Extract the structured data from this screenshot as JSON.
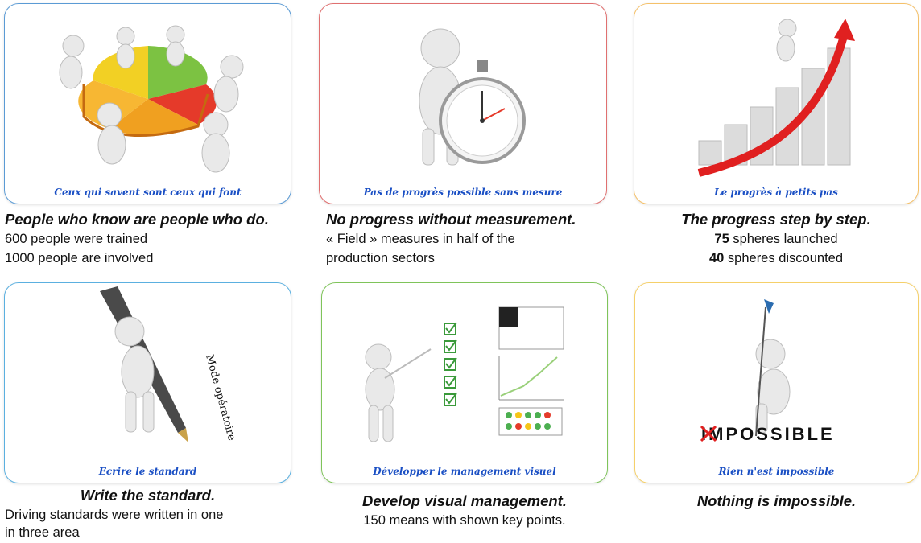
{
  "cards": [
    {
      "caption": "Ceux qui savent sont ceux qui font",
      "heading": "People who know are people who do.",
      "lines": [
        "600 people were trained",
        "1000 people are involved"
      ]
    },
    {
      "caption": "Pas de progrès possible sans mesure",
      "heading": "No progress without measurement.",
      "lines": [
        "« Field » measures in half of the",
        "production sectors"
      ]
    },
    {
      "caption": "Le progrès à petits pas",
      "heading": "The progress step by step.",
      "lines": [
        {
          "num": "75",
          "text": " spheres launched"
        },
        {
          "num": "40",
          "text": " spheres discounted"
        }
      ]
    },
    {
      "caption": "Ecrire le standard",
      "heading": "Write the standard.",
      "art_text": "Mode opératoire",
      "lines": [
        "Driving standards were written in one",
        "in three area"
      ]
    },
    {
      "caption": "Développer le management visuel",
      "heading": "Develop visual management.",
      "lines": [
        "150 means with shown key points."
      ]
    },
    {
      "caption": "Rien n'est impossible",
      "heading": "Nothing is impossible.",
      "art_text": "IMPOSSIBLE",
      "lines": []
    }
  ],
  "colors": {
    "card1_border": "#5b9bd5",
    "card2_border": "#e07070",
    "card3_border": "#f5c16a",
    "card4_border": "#5bb0e0",
    "card5_border": "#7fc45a",
    "card6_border": "#f5d06a",
    "caption_text": "#1a4fc4"
  }
}
